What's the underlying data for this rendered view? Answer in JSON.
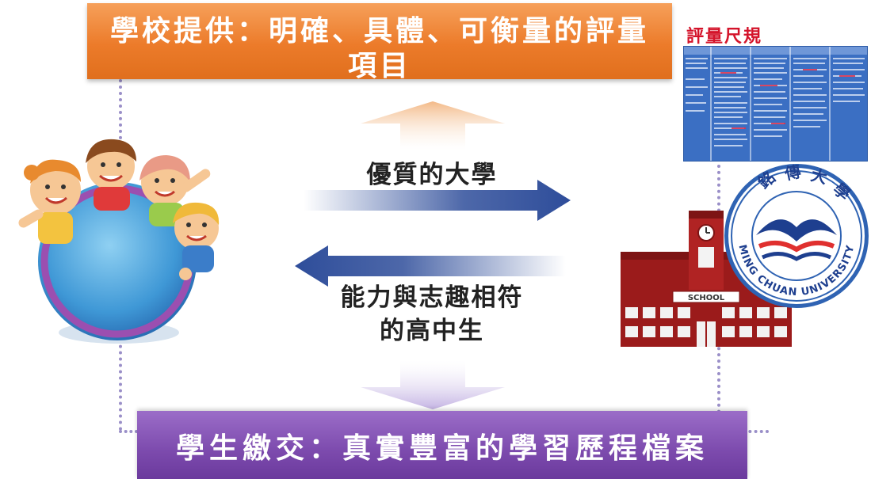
{
  "top_banner": {
    "line1": "學校提供：明確、具體、可衡量的評量",
    "line2": "項目",
    "color": "#ec7b2a"
  },
  "rubric": {
    "title": "評量尺規",
    "title_color": "#d4132a",
    "table_color": "#3a6fc4"
  },
  "center": {
    "top_label": "優質的大學",
    "bottom_label_line1": "能力與志趣相符",
    "bottom_label_line2": "的高中生",
    "arrow_color": "#2e4d9a"
  },
  "bottom_banner": {
    "text": "學生繳交：真實豐富的學習歷程檔案",
    "color": "#7c4aad"
  },
  "school": {
    "sign": "SCHOOL"
  },
  "university_seal": {
    "chinese_chars": [
      "銘",
      "傳",
      "大",
      "學"
    ],
    "english_name": "MING CHUAN UNIVERSITY"
  }
}
